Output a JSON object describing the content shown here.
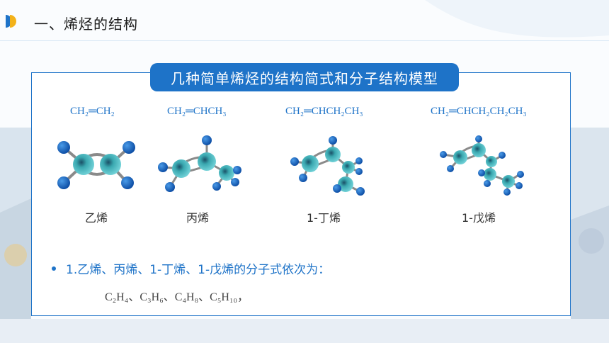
{
  "header": {
    "title": "一、烯烃的结构"
  },
  "banner": {
    "text": "几种简单烯烃的结构简式和分子结构模型"
  },
  "molecules": [
    {
      "formula": "CH₂═CH₂",
      "name": "乙烯"
    },
    {
      "formula": "CH₂═CHCH₃",
      "name": "丙烯"
    },
    {
      "formula": "CH₂═CHCH₂CH₃",
      "name": "1-丁烯"
    },
    {
      "formula": "CH₂═CHCH₂CH₂CH₃",
      "name": "1-戊烯"
    }
  ],
  "bullet": {
    "text": "1.乙烯、丙烯、1-丁烯、1-戊烯的分子式依次为："
  },
  "answer": {
    "text": "C₂H₄、C₃H₆、C₄H₈、C₅H₁₀，"
  },
  "colors": {
    "accent": "#1e73c8",
    "marker": "#f3b21a",
    "carbon": "#3aa8b0",
    "hydrogen": "#1560b8"
  }
}
